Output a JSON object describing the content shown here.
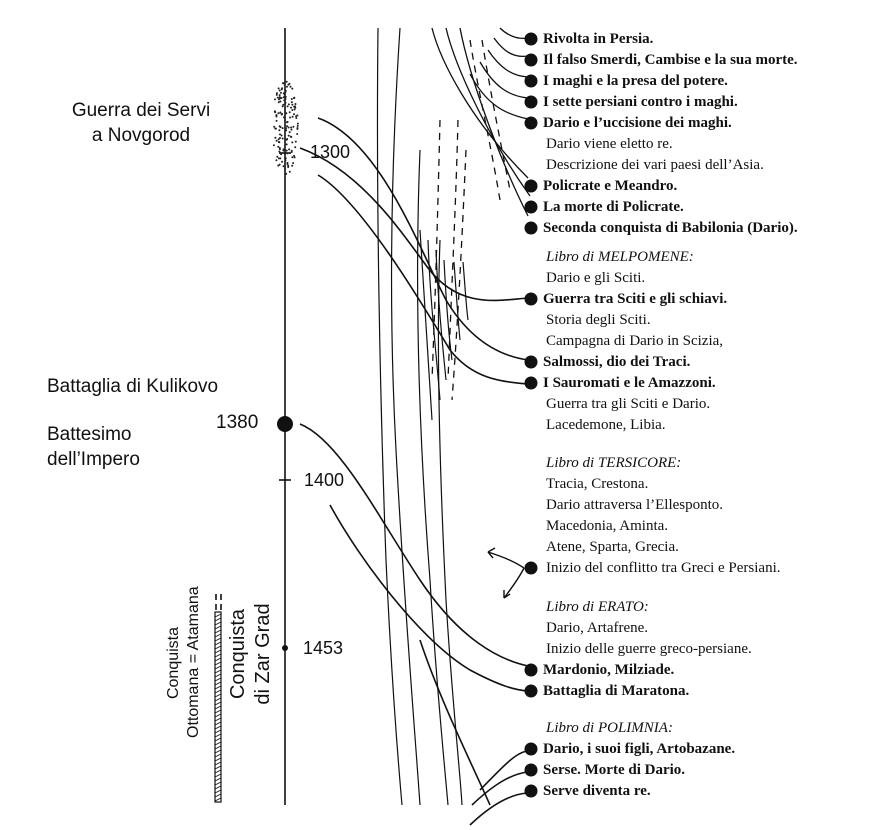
{
  "left_labels": {
    "novgorod": [
      "Guerra dei Servi",
      "a Novgorod"
    ],
    "kulikovo": "Battaglia di Kulikovo",
    "battesimo": [
      "Battesimo",
      "dell’Impero"
    ],
    "conquista_ottomana": [
      "Conquista",
      "Ottomana = Atamana"
    ],
    "conquista_zar_grad": [
      "Conquista",
      "di Zar Grad"
    ]
  },
  "timeline": {
    "year_1300": "1300",
    "year_1380": "1380",
    "year_1400": "1400",
    "year_1453": "1453"
  },
  "events": [
    {
      "text": "Rivolta in Persia.",
      "bold": true,
      "italic": false
    },
    {
      "text": "Il falso Smerdi, Cambise e la sua morte.",
      "bold": true,
      "italic": false
    },
    {
      "text": "I maghi e la presa del potere.",
      "bold": true,
      "italic": false
    },
    {
      "text": "I sette persiani contro i maghi.",
      "bold": true,
      "italic": false
    },
    {
      "text": "Dario e l’uccisione dei maghi.",
      "bold": true,
      "italic": false
    },
    {
      "text": "Dario viene eletto re.",
      "bold": false,
      "italic": false
    },
    {
      "text": "Descrizione dei vari paesi dell’Asia.",
      "bold": false,
      "italic": false
    },
    {
      "text": "Policrate e Meandro.",
      "bold": true,
      "italic": false
    },
    {
      "text": "La morte di Policrate.",
      "bold": true,
      "italic": false
    },
    {
      "text": "Seconda conquista di Babilonia (Dario).",
      "bold": true,
      "italic": false
    },
    {
      "text": "Libro di MELPOMENE:",
      "bold": false,
      "italic": true
    },
    {
      "text": "Dario e gli Sciti.",
      "bold": false,
      "italic": false
    },
    {
      "text": "Guerra tra Sciti e gli schiavi.",
      "bold": true,
      "italic": false
    },
    {
      "text": "Storia degli Sciti.",
      "bold": false,
      "italic": false
    },
    {
      "text": "Campagna di Dario in Scizia,",
      "bold": false,
      "italic": false
    },
    {
      "text": "Salmossi, dio dei Traci.",
      "bold": true,
      "italic": false
    },
    {
      "text": "I Sauromati e le Amazzoni.",
      "bold": true,
      "italic": false
    },
    {
      "text": "Guerra tra gli Sciti e Dario.",
      "bold": false,
      "italic": false
    },
    {
      "text": "Lacedemone, Libia.",
      "bold": false,
      "italic": false
    },
    {
      "text": "Libro di TERSICORE:",
      "bold": false,
      "italic": true
    },
    {
      "text": "Tracia, Crestona.",
      "bold": false,
      "italic": false
    },
    {
      "text": "Dario attraversa l’Ellesponto.",
      "bold": false,
      "italic": false
    },
    {
      "text": "Macedonia, Aminta.",
      "bold": false,
      "italic": false
    },
    {
      "text": "Atene, Sparta, Grecia.",
      "bold": false,
      "italic": false
    },
    {
      "text": "Inizio del conflitto tra Greci e Persiani.",
      "bold": false,
      "italic": false
    },
    {
      "text": "Libro di ERATO:",
      "bold": false,
      "italic": true
    },
    {
      "text": "Dario, Artafrene.",
      "bold": false,
      "italic": false
    },
    {
      "text": "Inizio delle guerre greco-persiane.",
      "bold": false,
      "italic": false
    },
    {
      "text": "Mardonio, Milziade.",
      "bold": true,
      "italic": false
    },
    {
      "text": "Battaglia di Maratona.",
      "bold": true,
      "italic": false
    },
    {
      "text": "Libro di POLIMNIA:",
      "bold": false,
      "italic": true
    },
    {
      "text": "Dario, i suoi figli, Artobazane.",
      "bold": true,
      "italic": false
    },
    {
      "text": "Serse. Morte di Dario.",
      "bold": true,
      "italic": false
    },
    {
      "text": "Serve diventa re.",
      "bold": true,
      "italic": false
    }
  ]
}
